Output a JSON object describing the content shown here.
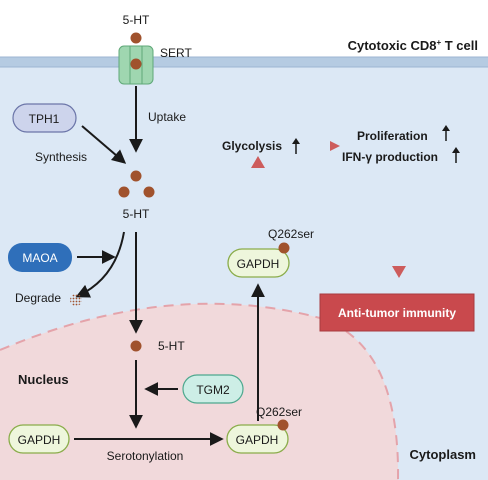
{
  "labels": {
    "cell_title": "Cytotoxic CD8",
    "cell_title_sup": "+",
    "cell_title_tail": " T cell",
    "serotonin_top": "5-HT",
    "sert": "SERT",
    "uptake": "Uptake",
    "tph1": "TPH1",
    "synthesis": "Synthesis",
    "serotonin_mid": "5-HT",
    "maoa": "MAOA",
    "degrade": "Degrade",
    "serotonin_nuc": "5-HT",
    "nucleus": "Nucleus",
    "tgm2": "TGM2",
    "gapdh_left": "GAPDH",
    "serotonylation": "Serotonylation",
    "gapdh_nuc": "GAPDH",
    "q262_nuc": "Q262ser",
    "gapdh_cyto": "GAPDH",
    "q262_cyto": "Q262ser",
    "glycolysis": "Glycolysis",
    "proliferation": "Proliferation",
    "ifn": "IFN-γ production",
    "anti_tumor": "Anti-tumor immunity",
    "cytoplasm": "Cytoplasm"
  },
  "colors": {
    "cytoplasm": "#dce8f5",
    "membrane": "#b5cbe2",
    "nucleus": "#f1d9db",
    "nucleus_edge": "#e4a3aa",
    "serotonin": "#a0522d",
    "enzyme_blue": "#2f6fba",
    "enzyme_lavender": "#cdd4ec",
    "enzyme_teal": "#cdeee6",
    "gapdh_fill": "#eef6dc",
    "gapdh_edge": "#8aac4a",
    "sert": "#9fd6b0",
    "red_arrow": "#cd5c5c",
    "anti_tumor_box": "#c9494d"
  },
  "icons": {
    "up_arrow": "up-arrow-icon"
  }
}
